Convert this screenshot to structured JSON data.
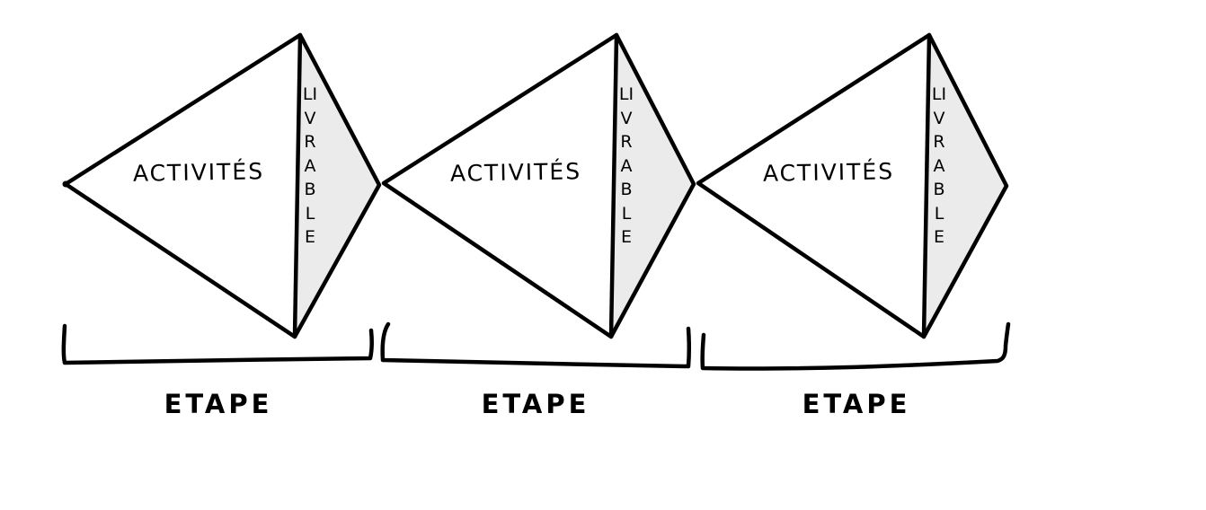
{
  "diagram": {
    "type": "process-steps",
    "description": "Three consecutive steps, each drawn as a kite shape split into activities and a shaded deliverable, with a bracket labelled step underneath",
    "colors": {
      "stroke": "#000000",
      "deliverable_fill": "#ebebeb",
      "background": "#ffffff"
    },
    "steps": [
      {
        "activity_label": "ACTIVITÉS",
        "deliverable_label": "LIVRABLE",
        "step_label": "ETAPE"
      },
      {
        "activity_label": "ACTIVITÉS",
        "deliverable_label": "LIVRABLE",
        "step_label": "ETAPE"
      },
      {
        "activity_label": "ACTIVITÉS",
        "deliverable_label": "LIVRABLE",
        "step_label": "ETAPE"
      }
    ]
  }
}
